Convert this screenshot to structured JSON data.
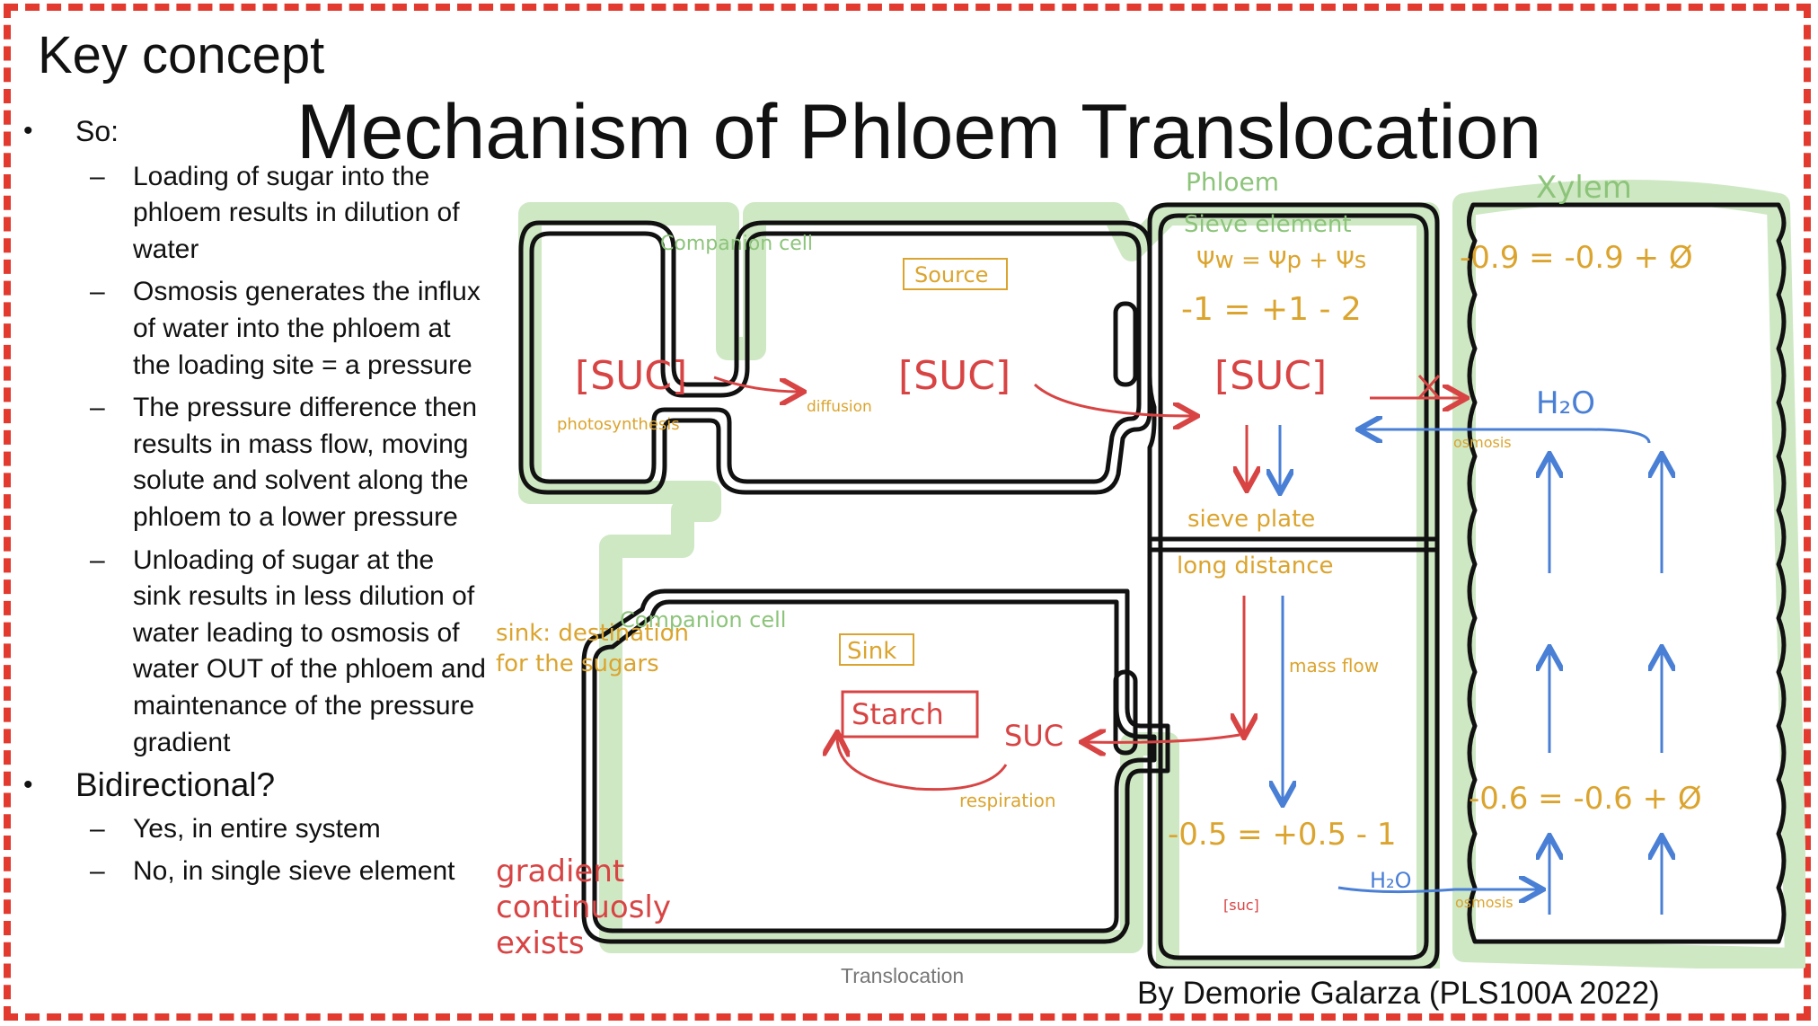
{
  "header": {
    "key_concept": "Key concept",
    "title": "Mechanism of Phloem Translocation"
  },
  "bullets": {
    "so": "So:",
    "so_items": [
      "Loading of sugar into the phloem results in dilution of water",
      "Osmosis generates the influx of water into the phloem at the loading site = a pressure",
      "The pressure difference then results in mass flow, moving solute and solvent along the phloem to a lower pressure",
      "Unloading of sugar at the sink results in less dilution of water leading to osmosis of water OUT of the phloem and maintenance of the pressure gradient"
    ],
    "bidirectional": "Bidirectional?",
    "bidirectional_items": [
      "Yes, in entire system",
      "No, in single sieve element"
    ]
  },
  "diagram": {
    "phloem": "Phloem",
    "xylem": "Xylem",
    "companion_cell_top": "Companion cell",
    "source": "Source",
    "sieve_element": "Sieve element",
    "water_potential_eq": "Ψw = Ψp + Ψs",
    "top_values": "-1 = +1 - 2",
    "suc_left": "[SUC]",
    "suc_mid": "[SUC]",
    "suc_right": "[SUC]",
    "photosynthesis": "photosynthesis",
    "diffusion": "diffusion",
    "h2o_top": "H₂O",
    "osmosis_top": "osmosis",
    "xylem_top_values": "-0.9 = -0.9 + Ø",
    "sieve_plate": "sieve plate",
    "long_distance": "long distance",
    "sink_note": "sink: destination for the sugars",
    "companion_cell_bottom": "Companion cell",
    "sink": "Sink",
    "starch": "Starch",
    "suc_bottom": "SUC",
    "respiration": "respiration",
    "mass_flow": "mass flow",
    "bottom_values": "-0.5 = +0.5 - 1",
    "suc_small": "[suc]",
    "h2o_bottom": "H₂O",
    "osmosis_bottom": "osmosis",
    "xylem_bottom_values": "-0.6 = -0.6 + Ø",
    "gradient_note": "gradient continuosly exists"
  },
  "caption": "Translocation",
  "credit": "By Demorie Galarza (PLS100A 2022)",
  "colors": {
    "border": "#e23a2e",
    "red": "#d84444",
    "yellow": "#dba42e",
    "green": "#8cc47a",
    "blue": "#4a7fd6"
  }
}
